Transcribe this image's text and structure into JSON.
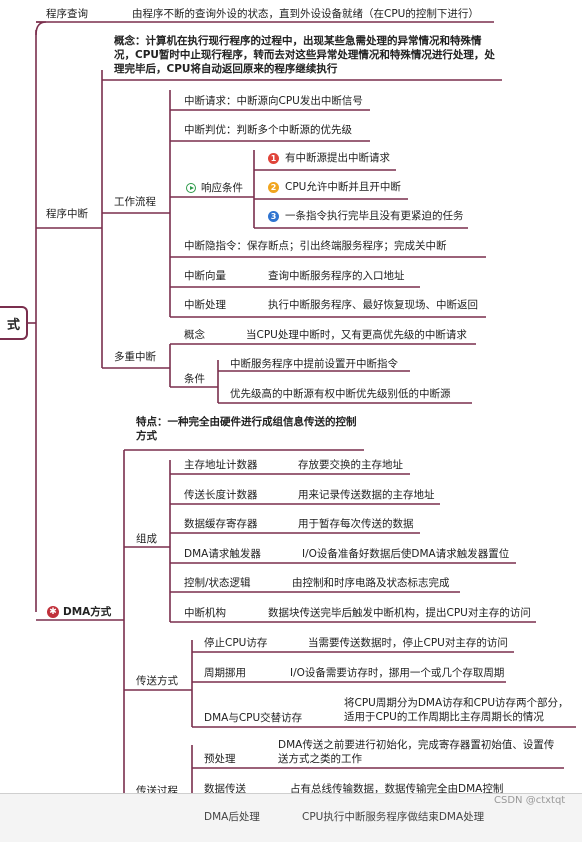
{
  "root": {
    "label": "式"
  },
  "polling": {
    "label": "程序查询",
    "desc": "由程序不断的查询外设的状态，直到外设设备就绪（在CPU的控制下进行）"
  },
  "interrupt": {
    "label": "程序中断",
    "concept": "概念：计算机在执行现行程序的过程中，出现某些急需处理的异常情况和特殊情况，CPU暂时中止现行程序，转而去对这些异常处理情况和特殊情况进行处理，处理完毕后，CPU将自动返回原来的程序继续执行",
    "workflow": {
      "label": "工作流程",
      "request": "中断请求：中断源向CPU发出中断信号",
      "priority": "中断判优：判断多个中断源的优先级",
      "response": {
        "label": "响应条件",
        "items": [
          {
            "num": "1",
            "text": "有中断源提出中断请求",
            "color": "#e0443a"
          },
          {
            "num": "2",
            "text": "CPU允许中断并且开中断",
            "color": "#f0a51f"
          },
          {
            "num": "3",
            "text": "一条指令执行完毕且没有更紧迫的任务",
            "color": "#2f74d0"
          }
        ]
      },
      "hidden": "中断隐指令：保存断点；引出终端服务程序；完成关中断",
      "vector": {
        "label": "中断向量",
        "desc": "查询中断服务程序的入口地址"
      },
      "handle": {
        "label": "中断处理",
        "desc": "执行中断服务程序、最好恢复现场、中断返回"
      }
    },
    "multi": {
      "label": "多重中断",
      "concept": {
        "label": "概念",
        "desc": "当CPU处理中断时，又有更高优先级的中断请求"
      },
      "condition": {
        "label": "条件",
        "items": [
          "中断服务程序中提前设置开中断指令",
          "优先级高的中断源有权中断优先级别低的中断源"
        ]
      }
    }
  },
  "dma": {
    "label": "DMA方式",
    "feature": "特点：一种完全由硬件进行成组信息传送的控制方式",
    "composition": {
      "label": "组成",
      "items": [
        {
          "name": "主存地址计数器",
          "desc": "存放要交换的主存地址"
        },
        {
          "name": "传送长度计数器",
          "desc": "用来记录传送数据的主存地址"
        },
        {
          "name": "数据缓存寄存器",
          "desc": "用于暂存每次传送的数据"
        },
        {
          "name": "DMA请求触发器",
          "desc": "I/O设备准备好数据后使DMA请求触发器置位"
        },
        {
          "name": "控制/状态逻辑",
          "desc": "由控制和时序电路及状态标志完成"
        },
        {
          "name": "中断机构",
          "desc": "数据块传送完毕后触发中断机构，提出CPU对主存的访问"
        }
      ]
    },
    "transfer_mode": {
      "label": "传送方式",
      "items": [
        {
          "name": "停止CPU访存",
          "desc": "当需要传送数据时，停止CPU对主存的访问"
        },
        {
          "name": "周期挪用",
          "desc": "I/O设备需要访存时，挪用一个或几个存取周期"
        },
        {
          "name": "DMA与CPU交替访存",
          "desc": "将CPU周期分为DMA访存和CPU访存两个部分，适用于CPU的工作周期比主存周期长的情况"
        }
      ]
    },
    "transfer_process": {
      "label": "传送过程",
      "items": [
        {
          "name": "预处理",
          "desc": "DMA传送之前要进行初始化，完成寄存器置初始值、设置传送方式之类的工作"
        },
        {
          "name": "数据传送",
          "desc": "占有总线传输数据，数据传输完全由DMA控制"
        },
        {
          "name": "DMA后处理",
          "desc": "CPU执行中断服务程序做结束DMA处理"
        }
      ]
    }
  },
  "watermark": "CSDN @ctxtqt",
  "colors": {
    "line": "#7a2e4d"
  }
}
